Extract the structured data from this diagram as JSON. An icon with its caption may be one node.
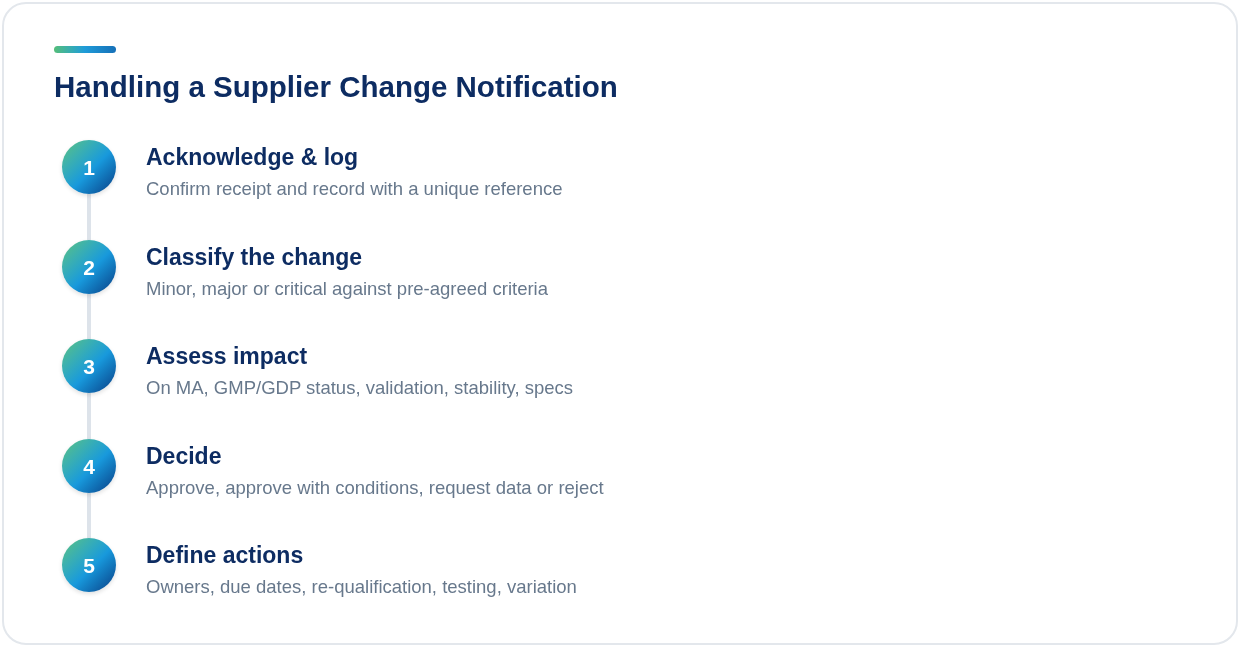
{
  "diagram": {
    "title": "Handling a Supplier Change Notification",
    "nodes": [
      {
        "text": [
          "1"
        ],
        "beside": [
          "Acknowledge & log",
          "Confirm receipt and record with a unique reference"
        ]
      },
      {
        "text": [
          "2"
        ],
        "beside": [
          "Classify the change",
          "Minor, major or critical against pre-agreed criteria"
        ]
      },
      {
        "text": [
          "3"
        ],
        "beside": [
          "Assess impact",
          "On MA, GMP/GDP status, validation, stability, specs"
        ]
      },
      {
        "text": [
          "4"
        ],
        "beside": [
          "Decide",
          "Approve, approve with conditions, request data or reject"
        ]
      },
      {
        "text": [
          "5"
        ],
        "beside": [
          "Define actions",
          "Owners, due dates, re-qualification, testing, variation"
        ]
      }
    ],
    "edges": [
      {
        "from": 0,
        "to": 1,
        "arrow": "none"
      },
      {
        "from": 1,
        "to": 2,
        "arrow": "none"
      },
      {
        "from": 2,
        "to": 3,
        "arrow": "none"
      },
      {
        "from": 3,
        "to": 4,
        "arrow": "none"
      }
    ]
  }
}
